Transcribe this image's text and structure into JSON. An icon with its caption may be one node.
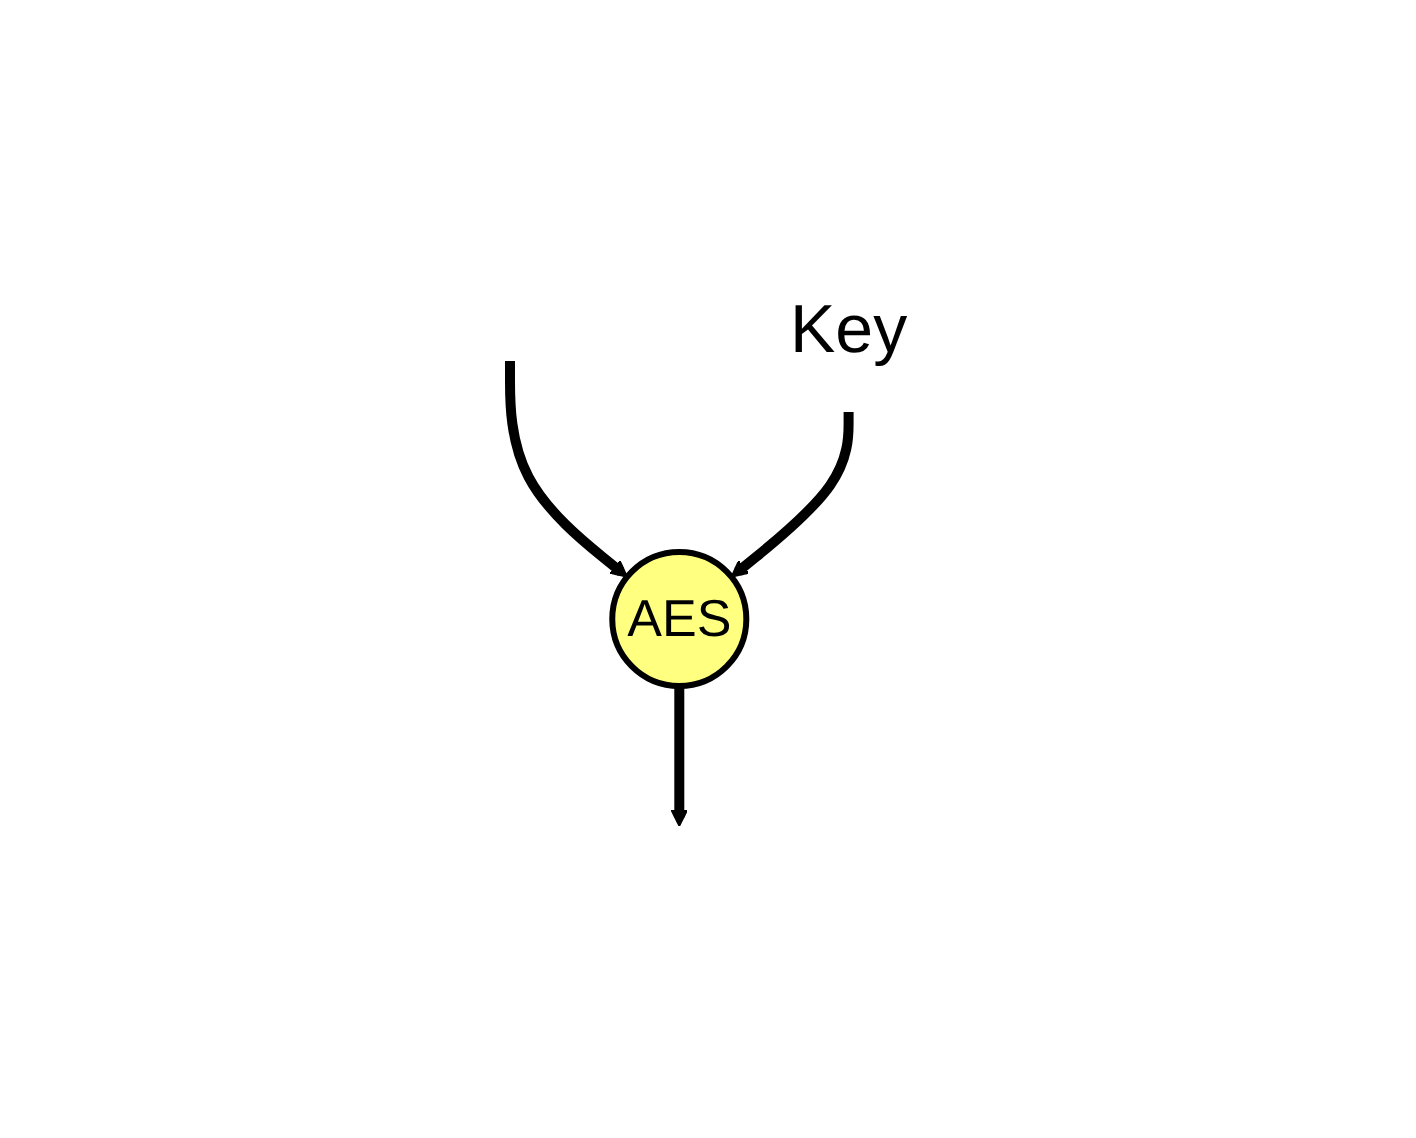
{
  "diagram": {
    "nodes": [
      {
        "text": [
          "AES"
        ]
      },
      {
        "text": [
          "Key"
        ]
      }
    ],
    "edges": [
      {
        "from": null,
        "to": 0,
        "arrow": "to"
      },
      {
        "from": 1,
        "to": 0,
        "arrow": "to"
      },
      {
        "from": 0,
        "to": null,
        "arrow": "to"
      }
    ]
  }
}
